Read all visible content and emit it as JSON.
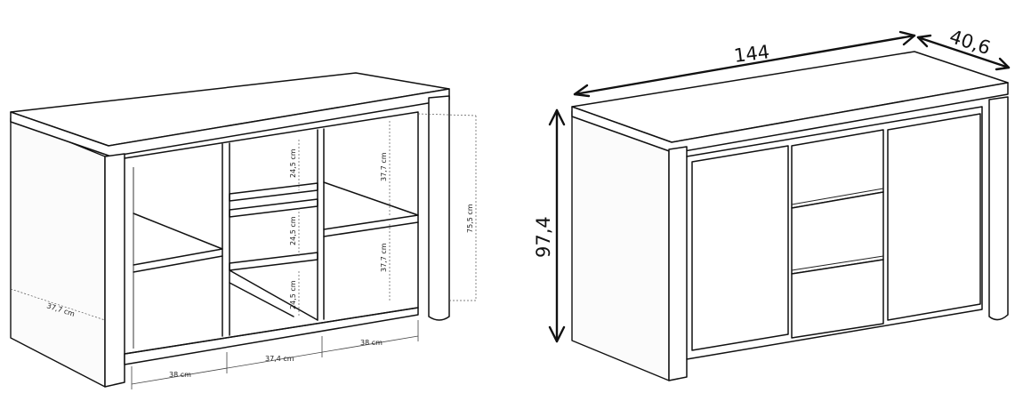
{
  "left_drawing": {
    "labels": {
      "depth": "37,7 cm",
      "shelf_top": "24,5 cm",
      "shelf_mid": "24,5 cm",
      "shelf_bottom": "24,5 cm",
      "right_upper": "37,7 cm",
      "right_lower": "37,7 cm",
      "interior_height": "75,5 cm",
      "width_left": "38 cm",
      "width_middle": "37,4 cm",
      "width_right": "38 cm"
    }
  },
  "right_drawing": {
    "labels": {
      "width": "144",
      "depth": "40,6",
      "height": "97,4"
    }
  }
}
